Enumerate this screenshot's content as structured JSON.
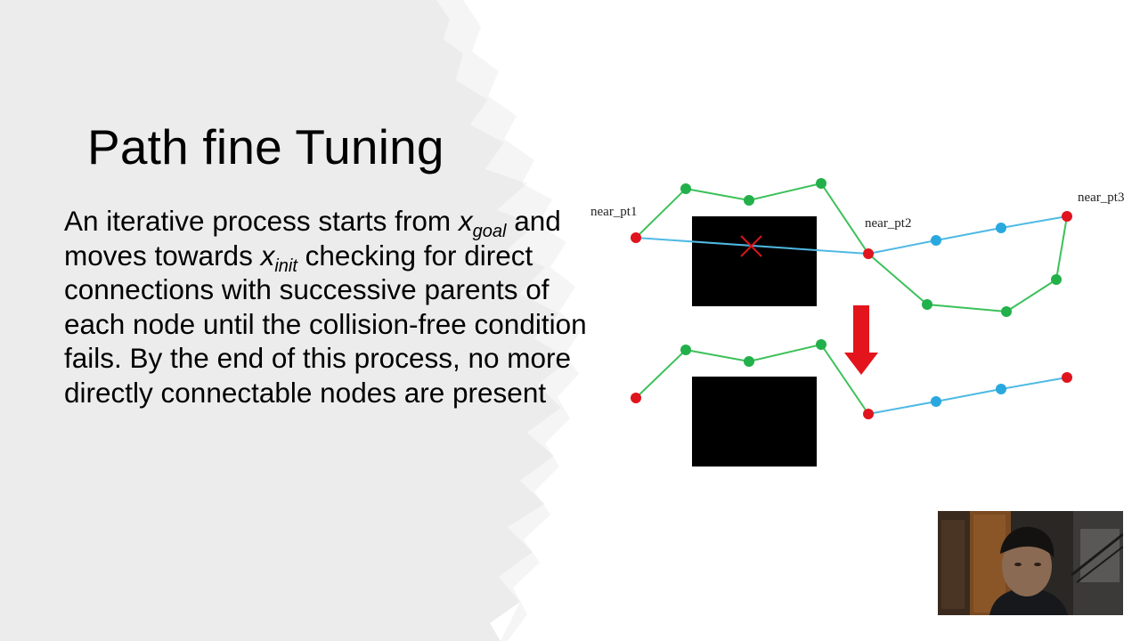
{
  "slide": {
    "title": "Path fine Tuning",
    "body": {
      "t1": "An iterative process starts from ",
      "var1": "x",
      "sub1": "goal",
      "t2": " and moves towards ",
      "var2": "x",
      "sub2": "init",
      "t3": " checking for direct connections with successive parents of each node until the collision-free condition fails. By the end of this process, no more directly connectable nodes are present"
    }
  },
  "diagram": {
    "labels": {
      "pt1": "near_pt1",
      "pt2": "near_pt2",
      "pt3": "near_pt3"
    },
    "colors": {
      "red_node": "#e0141e",
      "green_node": "#22b04a",
      "blue_node": "#29a8e0",
      "green_edge": "#3cc15a",
      "blue_edge": "#4fb9e4",
      "obstacle": "#000000",
      "arrow": "#e3141b",
      "cross": "#d8141b"
    }
  },
  "icons": {
    "down_arrow": "down-arrow-icon",
    "collision_cross": "cross-icon"
  }
}
